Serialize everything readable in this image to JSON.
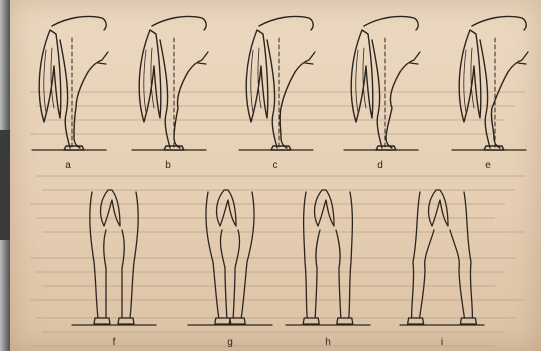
{
  "figure": {
    "side_view_labels": [
      "a",
      "b",
      "c",
      "d",
      "e"
    ],
    "rear_view_labels": [
      "f",
      "g",
      "h",
      "i"
    ],
    "colors": {
      "paper": "#e8d3b9",
      "ink": "#2b2520"
    }
  }
}
